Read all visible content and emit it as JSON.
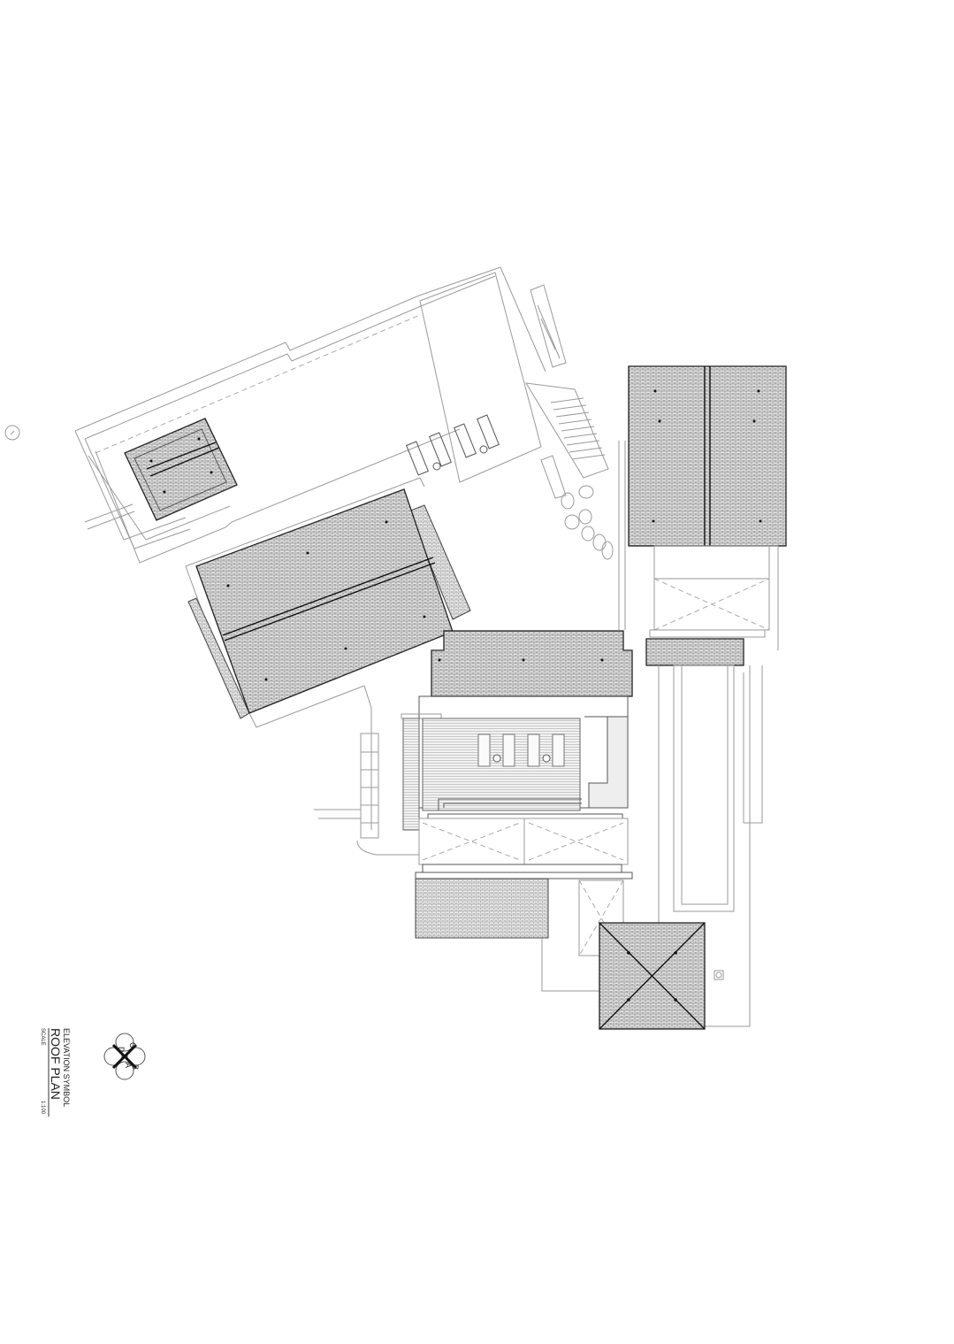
{
  "drawing": {
    "title": "ROOF PLAN",
    "scale_label": "SCALE",
    "scale_value": "1:100",
    "elevation_symbol_label": "ELEVATION SYMBOL",
    "elevation_letters": [
      "A",
      "B",
      "C",
      "D"
    ],
    "north_marker": "1"
  },
  "colors": {
    "line": "#222222",
    "light_line": "#9a9a9a",
    "background": "#ffffff"
  }
}
